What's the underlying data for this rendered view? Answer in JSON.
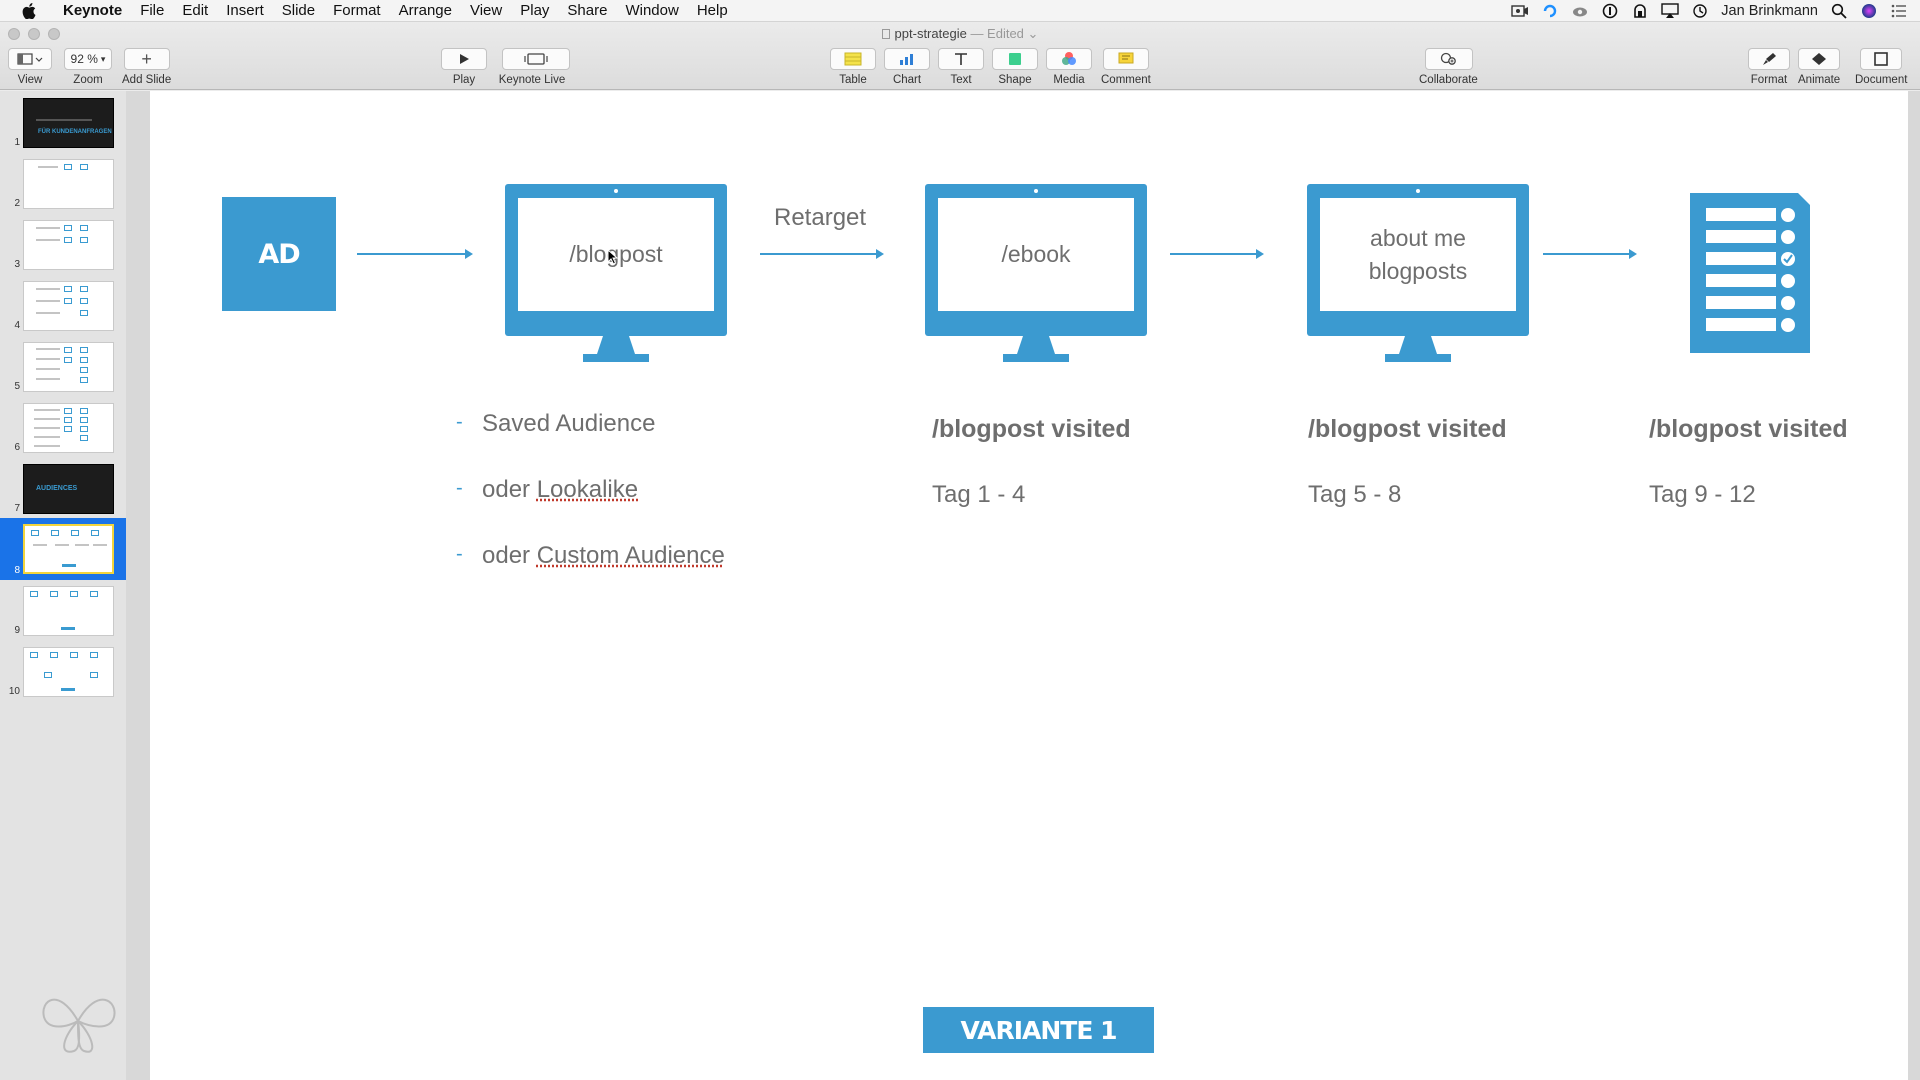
{
  "menubar": {
    "app": "Keynote",
    "items": [
      "File",
      "Edit",
      "Insert",
      "Slide",
      "Format",
      "Arrange",
      "View",
      "Play",
      "Share",
      "Window",
      "Help"
    ],
    "user": "Jan Brinkmann"
  },
  "window": {
    "title": "ppt-strategie",
    "edited": "— Edited"
  },
  "toolbar": {
    "view": "View",
    "zoom_value": "92 %",
    "zoom": "Zoom",
    "add_slide": "Add Slide",
    "play": "Play",
    "keynote_live": "Keynote Live",
    "table": "Table",
    "chart": "Chart",
    "text": "Text",
    "shape": "Shape",
    "media": "Media",
    "comment": "Comment",
    "collaborate": "Collaborate",
    "format": "Format",
    "animate": "Animate",
    "document": "Document"
  },
  "slides": {
    "selected": 8,
    "numbers": [
      "1",
      "2",
      "3",
      "4",
      "5",
      "6",
      "7",
      "8",
      "9",
      "10"
    ],
    "thumb_texts": {
      "slide1": "FÜR KUNDENANFRAGEN",
      "slide7": "AUDIENCES"
    }
  },
  "slide": {
    "ad": "AD",
    "retarget": "Retarget",
    "monitor1": "/blogpost",
    "monitor2": "/ebook",
    "monitor3_line1": "about me",
    "monitor3_line2": "blogposts",
    "bullet_dash": "-",
    "bullet1": "Saved Audience",
    "bullet2_prefix": "oder ",
    "bullet2_word": "Lookalike",
    "bullet3_prefix": "oder ",
    "bullet3_word": "Custom Audience",
    "col2_title": "/blogpost visited",
    "col2_days": "Tag 1 - 4",
    "col3_title": "/blogpost visited",
    "col3_days": "Tag 5 - 8",
    "col4_title": "/blogpost visited",
    "col4_days": "Tag 9 - 12",
    "variant": "VARIANTE 1"
  },
  "colors": {
    "accent": "#3b9ad0",
    "selection": "#1a73e8"
  }
}
